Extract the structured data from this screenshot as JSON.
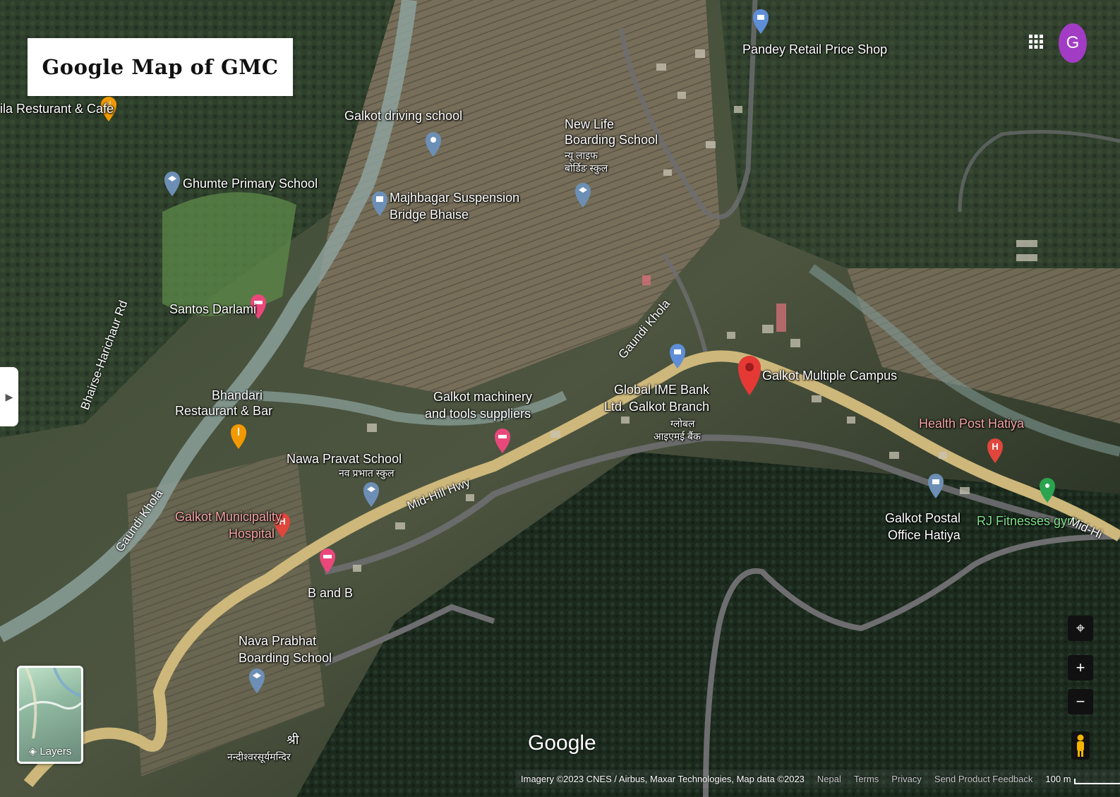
{
  "map_title": "Google Map of GMC",
  "account": {
    "avatar_letter": "G"
  },
  "layers_label": "Layers",
  "google_logo": "Google",
  "footer": {
    "imagery": "Imagery ©2023 CNES / Airbus, Maxar Technologies, Map data ©2023",
    "country": "Nepal",
    "terms": "Terms",
    "privacy": "Privacy",
    "feedback": "Send Product Feedback",
    "scale": "100 m"
  },
  "places": {
    "pandey": "Pandey Retail Price Shop",
    "restaurant_cafe": "ila Resturant & Cafe",
    "driving_school": "Galkot driving school",
    "new_life_1": "New Life",
    "new_life_2": "Boarding School",
    "new_life_np1": "न्यू लाइफ",
    "new_life_np2": "बोर्डिङ स्कुल",
    "ghumte": "Ghumte Primary School",
    "bridge_1": "Majhbagar Suspension",
    "bridge_2": "Bridge Bhaise",
    "santos": "Santos Darlami",
    "bhandari_1": "Bhandari",
    "bhandari_2": "Restaurant & Bar",
    "machinery_1": "Galkot machinery",
    "machinery_2": "and tools suppliers",
    "global_bank_1": "Global IME Bank",
    "global_bank_2": "Ltd. Galkot Branch",
    "global_bank_np1": "ग्लोबल",
    "global_bank_np2": "आइएमई बैंक",
    "campus": "Galkot Multiple Campus",
    "health_post": "Health Post Hatiya",
    "nawa_pravat": "Nawa Pravat School",
    "nawa_pravat_np": "नव प्रभात स्कुल",
    "municipality_1": "Galkot Municipality",
    "municipality_2": "Hospital",
    "postal_1": "Galkot Postal",
    "postal_2": "Office Hatiya",
    "rj_fitness": "RJ Fitnesses gym",
    "b_and_b": "B and B",
    "nava_prabhat_1": "Nava Prabhat",
    "nava_prabhat_2": "Boarding School",
    "temple_1": "श्री",
    "temple_2": "नन्दीश्वरसूर्यमन्दिर"
  },
  "roads": {
    "bhairse_rd": "Bhairse-Harichaur Rd",
    "gaundi_khola_1": "Gaundi Khola",
    "gaundi_khola_2": "Gaundi Khola",
    "mid_hill_1": "Mid-Hill Hwy",
    "mid_hill_2": "Mid-Hi"
  },
  "icons": {
    "restaurant": "fork-knife-pin-icon",
    "school": "school-pin-icon",
    "hotel": "bed-pin-icon",
    "hospital": "hospital-pin-icon",
    "bank": "bank-pin-icon",
    "post": "mail-pin-icon",
    "gym": "gym-pin-icon",
    "selected": "red-location-pin-icon"
  },
  "colors": {
    "road_main": "#cdb77a",
    "road_minor": "#6e6e70",
    "pin_orange": "#f29900",
    "pin_blue": "#5e8ed6",
    "pin_pink": "#e8487a",
    "pin_red_hospital": "#e0463c",
    "pin_green": "#2aa44f",
    "pin_selected": "#e53935",
    "avatar": "#a23cc5"
  }
}
